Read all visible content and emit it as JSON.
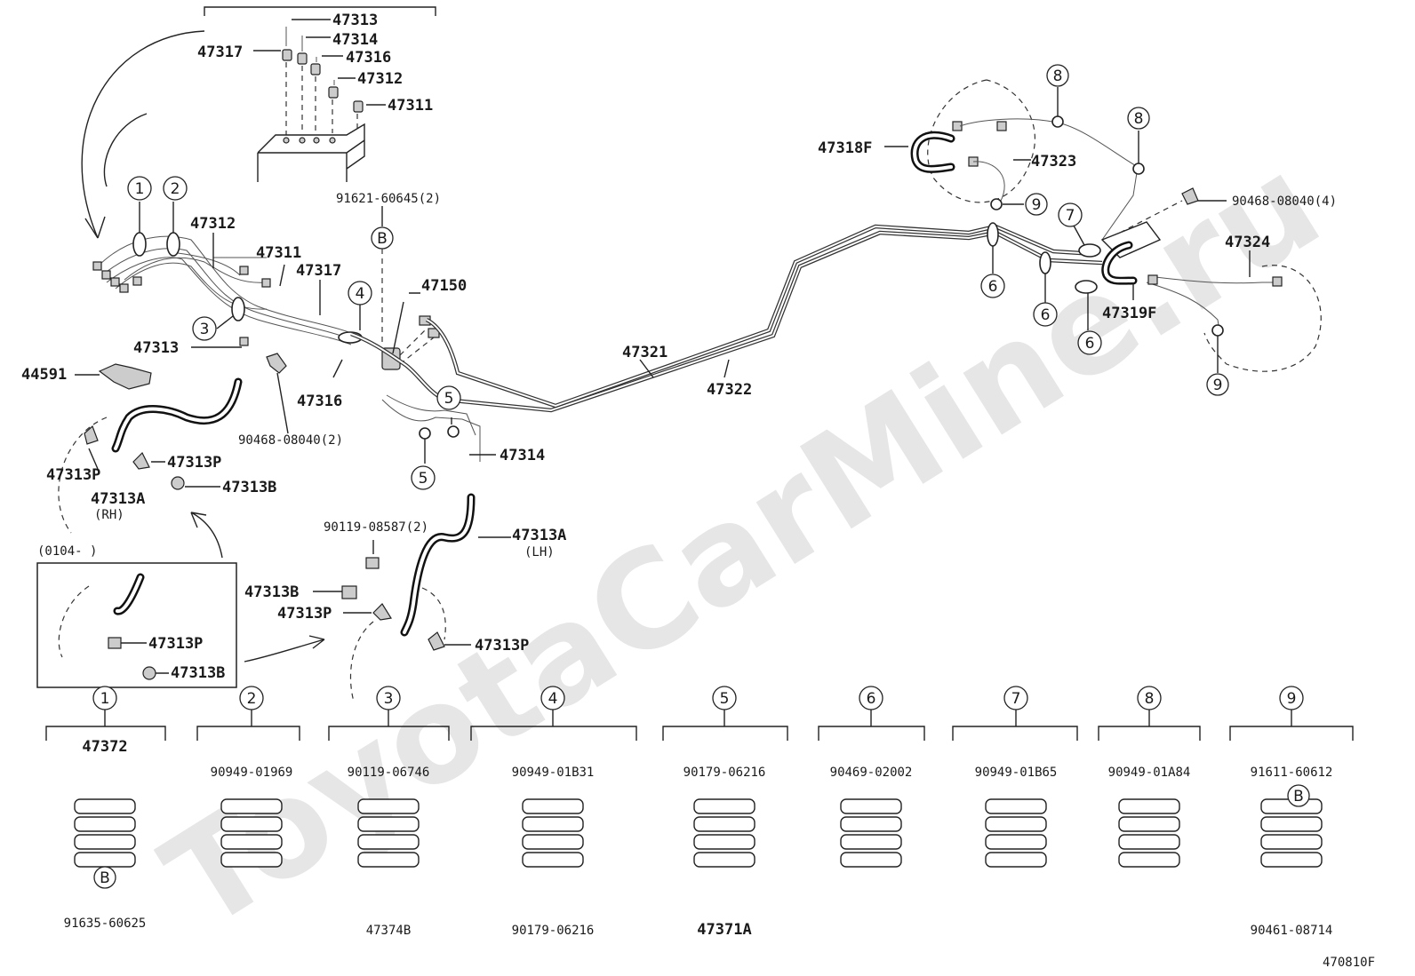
{
  "watermark": "ToyotaCarMine.ru",
  "diagram_code": "470810F",
  "date_note": "(0104-      )",
  "parts": {
    "p47313_top": "47313",
    "p47314_top": "47314",
    "p47317_top": "47317",
    "p47316_top": "47316",
    "p47312_top": "47312",
    "p47311_top": "47311",
    "p47312_mid": "47312",
    "p47311_mid": "47311",
    "p47317_mid": "47317",
    "p47313_mid": "47313",
    "p47316_mid": "47316",
    "p47150": "47150",
    "p44591": "44591",
    "p91621": "91621-60645(2)",
    "p90468_left": "90468-08040(2)",
    "p47313P_left1": "47313P",
    "p47313P_left2": "47313P",
    "p47313A_rh": "47313A",
    "rh": "(RH)",
    "p47313B_left": "47313B",
    "p47314_mid": "47314",
    "p47321": "47321",
    "p47322": "47322",
    "p90119_08587": "90119-08587(2)",
    "p47313A_lh": "47313A",
    "lh": "(LH)",
    "p47313B_center": "47313B",
    "p47313P_center": "47313P",
    "p47313P_right": "47313P",
    "p47313P_box": "47313P",
    "p47313B_box": "47313B",
    "p47318F": "47318F",
    "p47323": "47323",
    "p90468_right": "90468-08040(4)",
    "p47324": "47324",
    "p47319F": "47319F"
  },
  "callouts": {
    "c1": "1",
    "c2": "2",
    "c3": "3",
    "c4": "4",
    "c5a": "5",
    "c5b": "5",
    "c6a": "6",
    "c6b": "6",
    "c6c": "6",
    "c7": "7",
    "c8a": "8",
    "c8b": "8",
    "c9a": "9",
    "c9b": "9",
    "cBa": "B"
  },
  "detail_groups": [
    {
      "number": "1",
      "parts": [
        "47372"
      ],
      "ref": "B",
      "extra": "91635-60625"
    },
    {
      "number": "2",
      "parts": [
        "90949-01969"
      ]
    },
    {
      "number": "3",
      "parts": [
        "90119-06746",
        "47374B"
      ]
    },
    {
      "number": "4",
      "parts": [
        "90949-01B31",
        "90179-06216"
      ]
    },
    {
      "number": "5",
      "parts": [
        "90179-06216",
        "47371A"
      ]
    },
    {
      "number": "6",
      "parts": [
        "90469-02002"
      ]
    },
    {
      "number": "7",
      "parts": [
        "90949-01B65"
      ]
    },
    {
      "number": "8",
      "parts": [
        "90949-01A84"
      ]
    },
    {
      "number": "9",
      "parts": [
        "91611-60612",
        "90461-08714"
      ],
      "ref": "B"
    }
  ]
}
